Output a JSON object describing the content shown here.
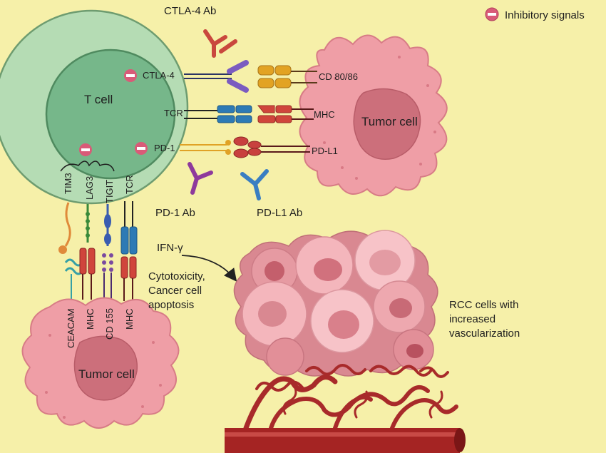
{
  "legend": {
    "inhibitory_signals": "Inhibitory signals"
  },
  "t_cell": {
    "name": "T cell",
    "receptors": {
      "ctla4": "CTLA-4",
      "tcr": "TCR",
      "pd1": "PD-1"
    },
    "lower_receptors": {
      "tim3": "TIM3",
      "lag3": "LAG3",
      "tigit": "TIGIT",
      "tcr": "TCR"
    }
  },
  "tumor_cell_right": {
    "name": "Tumor cell",
    "ligands": {
      "cd80_86": "CD 80/86",
      "mhc": "MHC",
      "pdl1": "PD-L1"
    }
  },
  "antibodies": {
    "ctla4_ab": "CTLA-4 Ab",
    "pd1_ab": "PD-1 Ab",
    "pdl1_ab": "PD-L1 Ab"
  },
  "tumor_cell_bottom": {
    "name": "Tumor cell",
    "ligands": {
      "ceacam": "CEACAM",
      "mhc1": "MHC",
      "cd155": "CD 155",
      "mhc2": "MHC"
    }
  },
  "effects": {
    "ifn": "IFN-γ",
    "line1": "Cytotoxicity,",
    "line2": "Cancer cell",
    "line3": "apoptosis"
  },
  "rcc": {
    "line1": "RCC cells with",
    "line2": "increased",
    "line3": "vascularization"
  },
  "colors": {
    "background": "#f6f0a9",
    "t_cell_outer": "#b5dcb4",
    "t_cell_inner": "#76b78a",
    "tumor": "#ef9ea6",
    "nucleus": "#cc6f7b",
    "inhibitory": "#d95b78"
  }
}
